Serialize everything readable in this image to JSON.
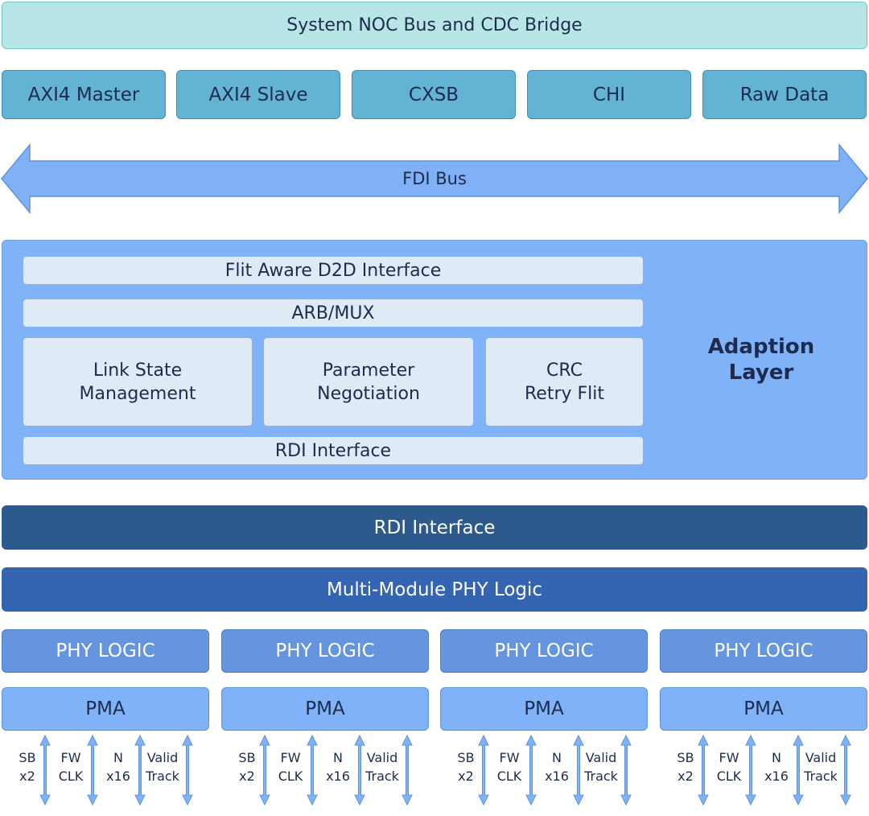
{
  "top_bar": "System NOC Bus and CDC Bridge",
  "protocols": [
    "AXI4 Master",
    "AXI4 Slave",
    "CXSB",
    "CHI",
    "Raw Data"
  ],
  "fdi_bus": "FDI Bus",
  "adaption": {
    "flit_aware": "Flit Aware D2D Interface",
    "arb_mux": "ARB/MUX",
    "link_state": [
      "Link State",
      "Management"
    ],
    "param_neg": [
      "Parameter",
      "Negotiation"
    ],
    "crc": [
      "CRC",
      "Retry Flit"
    ],
    "rdi_inner": "RDI Interface",
    "layer_label": [
      "Adaption",
      "Layer"
    ]
  },
  "rdi_interface": "RDI Interface",
  "multi_module": "Multi-Module PHY Logic",
  "phy_logic": [
    "PHY LOGIC",
    "PHY LOGIC",
    "PHY LOGIC",
    "PHY LOGIC"
  ],
  "pma": [
    "PMA",
    "PMA",
    "PMA",
    "PMA"
  ],
  "signals": [
    {
      "l1": "SB",
      "l2": "x2"
    },
    {
      "l1": "FW",
      "l2": "CLK"
    },
    {
      "l1": "N",
      "l2": "x16"
    },
    {
      "l1": "Valid",
      "l2": "Track"
    }
  ],
  "colors": {
    "top_bar": "#b8e6e6",
    "protocol": "#63b4d4",
    "fdi_arrow": "#80b0f5",
    "adaption": "#7fb2f7",
    "rdi": "#2d5a8c",
    "multi_module": "#3465b3",
    "phy": "#6495de",
    "pma": "#7fb2f7"
  }
}
